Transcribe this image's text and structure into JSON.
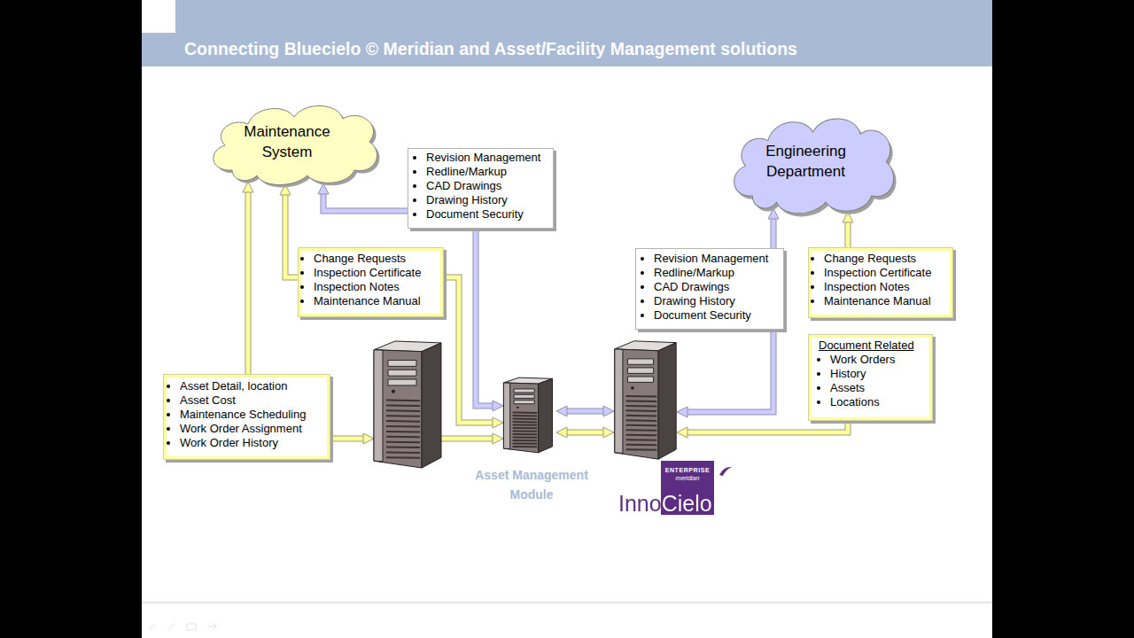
{
  "diagram": {
    "title": "Connecting Bluecielo © Meridian and Asset/Facility Management solutions",
    "nodes": [
      {
        "text": [
          "Maintenance System"
        ]
      },
      {
        "text": [
          "Revision Management",
          "Redline/Markup",
          "CAD Drawings",
          "Drawing History",
          "Document Security"
        ]
      },
      {
        "text": [
          "Engineering Department"
        ]
      },
      {
        "text": [
          "Change Requests",
          "Inspection Certificate",
          "Inspection Notes",
          "Maintenance Manual"
        ]
      },
      {
        "text": [
          "Revision Management",
          "Redline/Markup",
          "CAD Drawings",
          "Drawing History",
          "Document Security"
        ]
      },
      {
        "text": [
          "Change Requests",
          "Inspection Certificate",
          "Inspection Notes",
          "Maintenance Manual"
        ]
      },
      {
        "text": [
          "Document Related",
          "Work Orders",
          "History",
          "Assets",
          "Locations"
        ]
      },
      {
        "text": [
          "Asset Detail, location",
          "Asset Cost",
          "Maintenance Scheduling",
          "Work Order Assignment",
          "Work Order History"
        ]
      },
      {
        "text": []
      },
      {
        "text": [
          "Asset Management Module"
        ]
      },
      {
        "text": []
      }
    ],
    "edges": [
      {
        "from": 7,
        "to": 0,
        "arrow": "to"
      },
      {
        "from": 7,
        "to": 8,
        "arrow": "to"
      },
      {
        "from": 3,
        "to": 0,
        "arrow": "to"
      },
      {
        "from": 3,
        "to": 9,
        "arrow": "to"
      },
      {
        "from": 1,
        "to": 0,
        "arrow": "to"
      },
      {
        "from": 1,
        "to": 9,
        "arrow": "to"
      },
      {
        "from": 8,
        "to": 9,
        "arrow": "to"
      },
      {
        "from": 9,
        "to": 10,
        "arrow": "both"
      },
      {
        "from": 9,
        "to": 10,
        "arrow": "both"
      },
      {
        "from": 4,
        "to": 2,
        "arrow": "to"
      },
      {
        "from": 4,
        "to": 10,
        "arrow": "to"
      },
      {
        "from": 5,
        "to": 2,
        "arrow": "to"
      },
      {
        "from": 6,
        "to": 10,
        "arrow": "to"
      }
    ],
    "labels": [
      "ENTERPRISE",
      "meridian",
      "InnoCielo"
    ]
  }
}
